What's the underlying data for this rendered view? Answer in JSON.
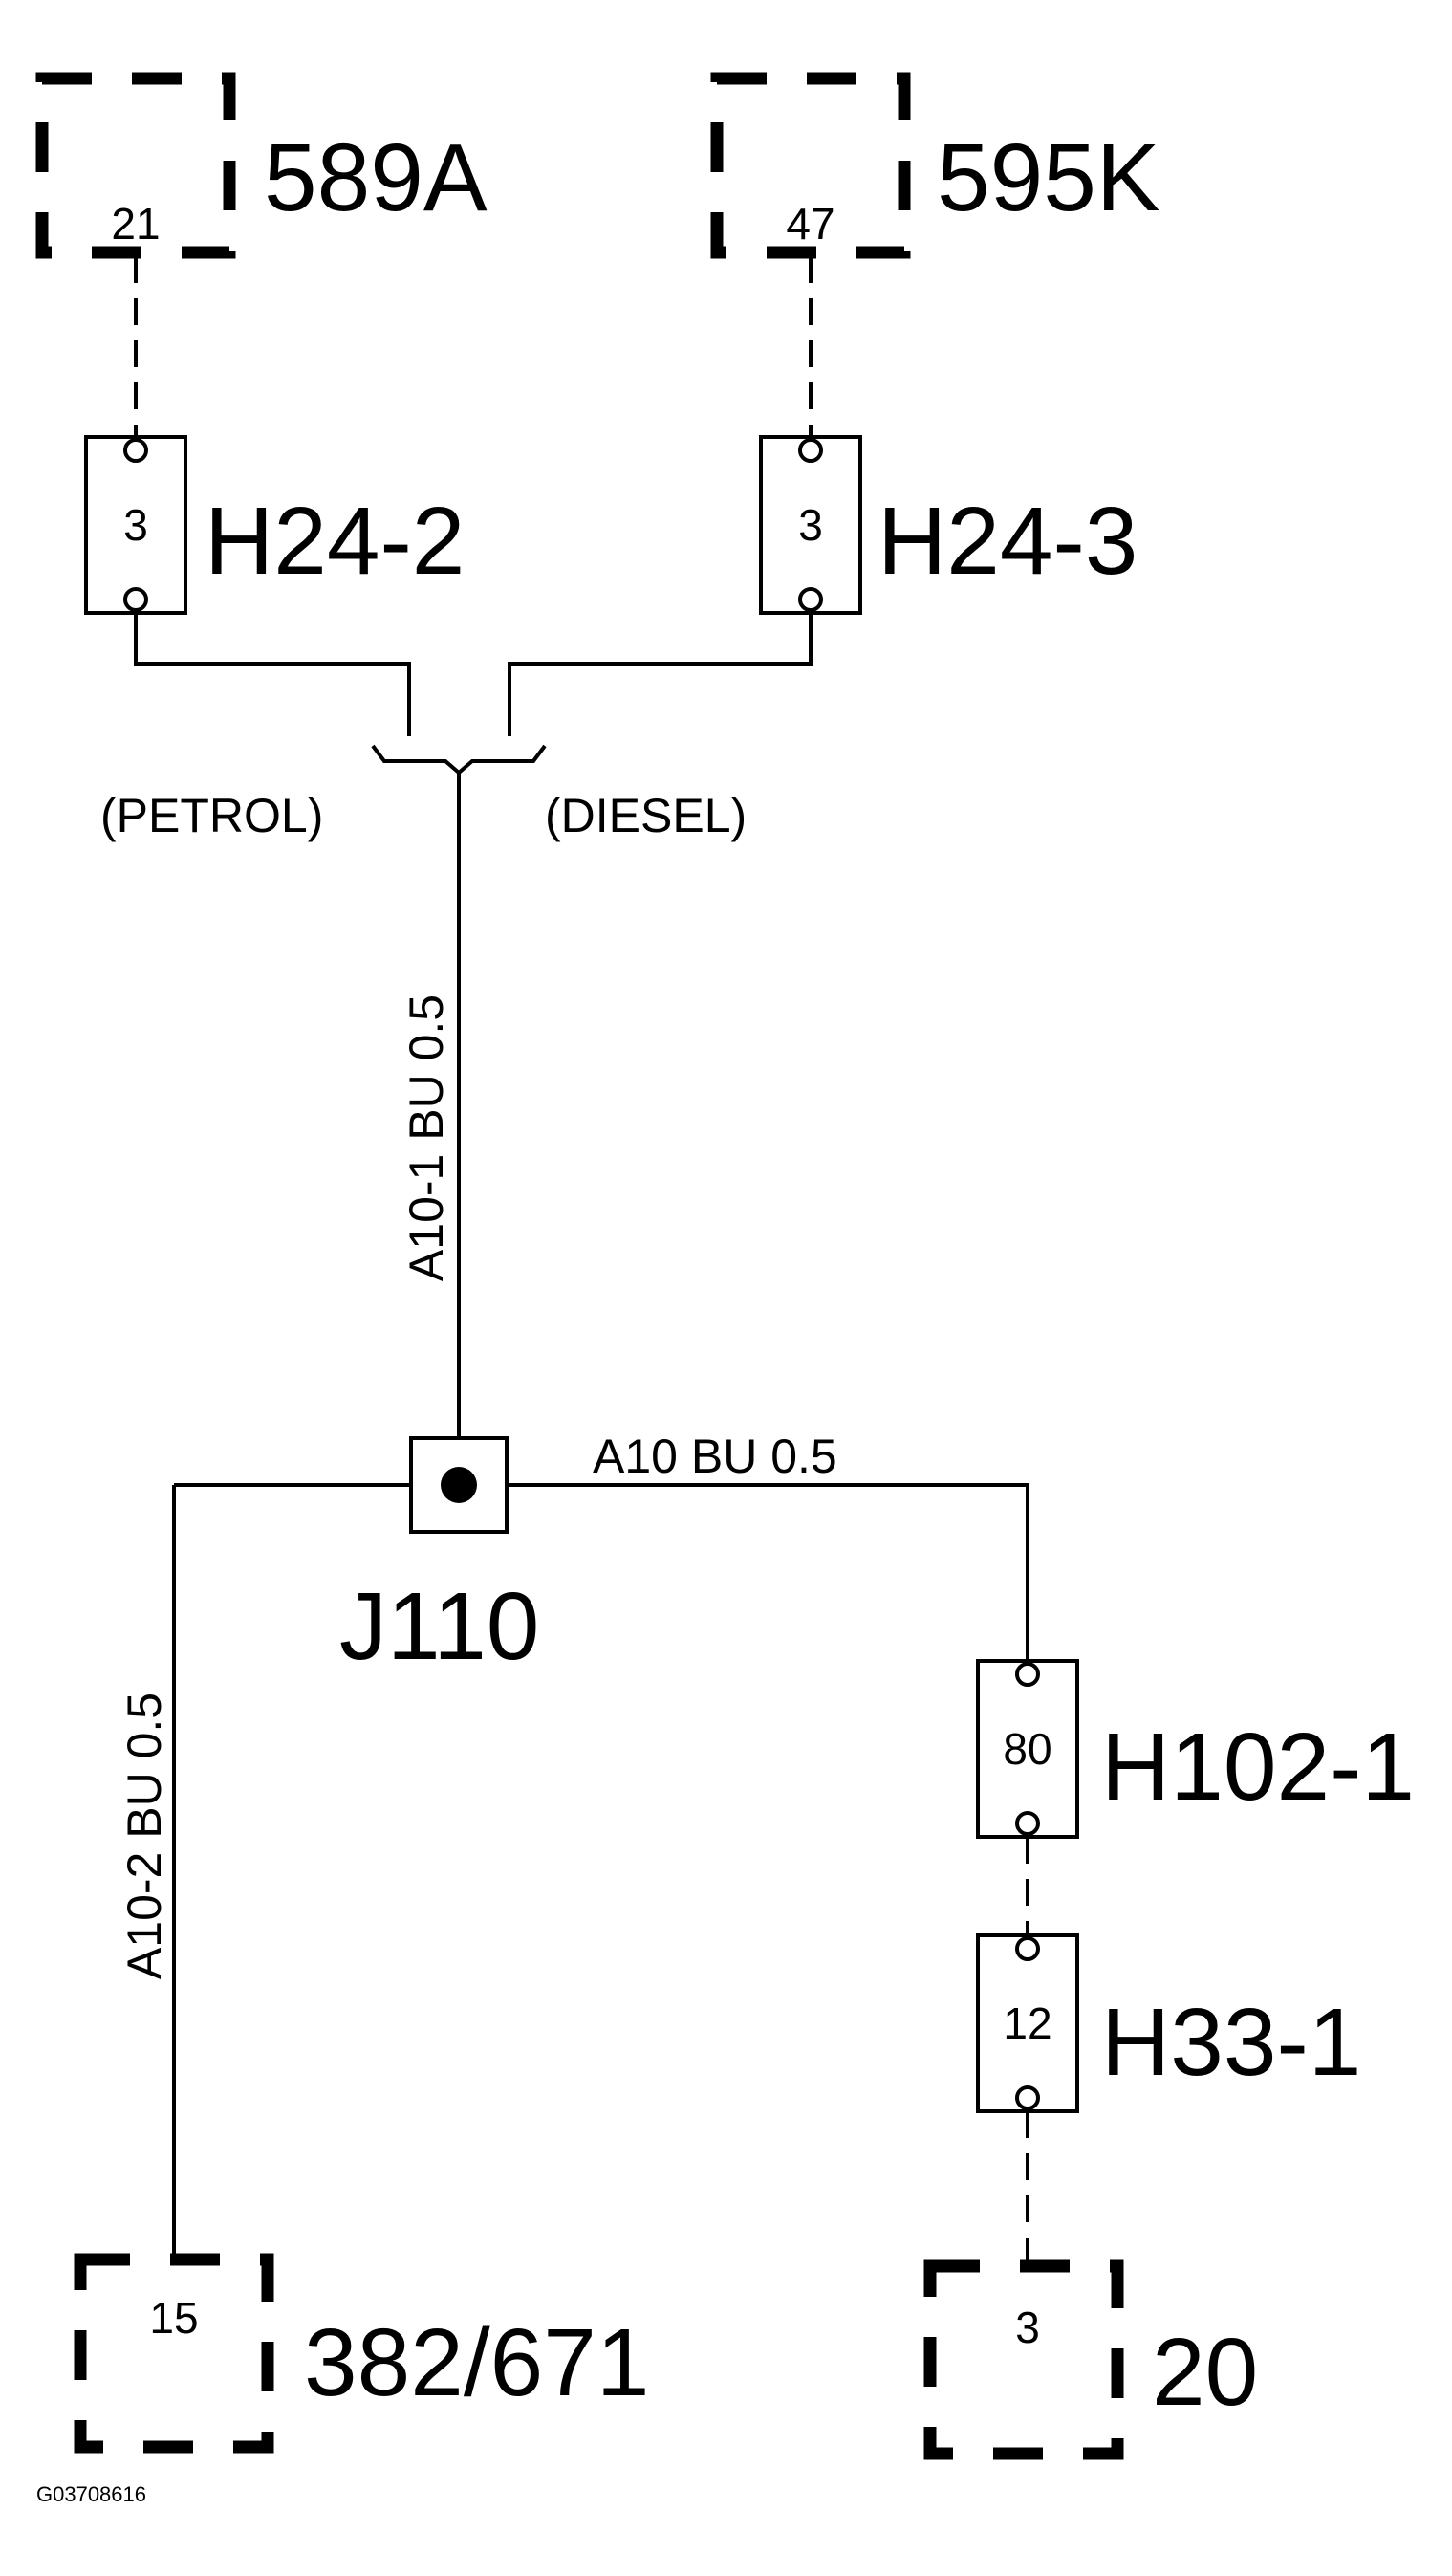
{
  "modules": {
    "m589a": {
      "name": "589A",
      "pin": "21"
    },
    "m595k": {
      "name": "595K",
      "pin": "47"
    },
    "m382": {
      "name": "382/671",
      "pin": "15"
    },
    "m20": {
      "name": "20",
      "pin": "3"
    }
  },
  "connectors": {
    "h24_2": {
      "name": "H24-2",
      "pin": "3"
    },
    "h24_3": {
      "name": "H24-3",
      "pin": "3"
    },
    "h102_1": {
      "name": "H102-1",
      "pin": "80"
    },
    "h33_1": {
      "name": "H33-1",
      "pin": "12"
    }
  },
  "variants": {
    "petrol": "(PETROL)",
    "diesel": "(DIESEL)"
  },
  "wires": {
    "a10_1": "A10-1  BU  0.5",
    "a10": "A10  BU   0.5",
    "a10_2": "A10-2  BU  0.5"
  },
  "junction": {
    "name": "J110"
  },
  "figure_id": "G03708616"
}
